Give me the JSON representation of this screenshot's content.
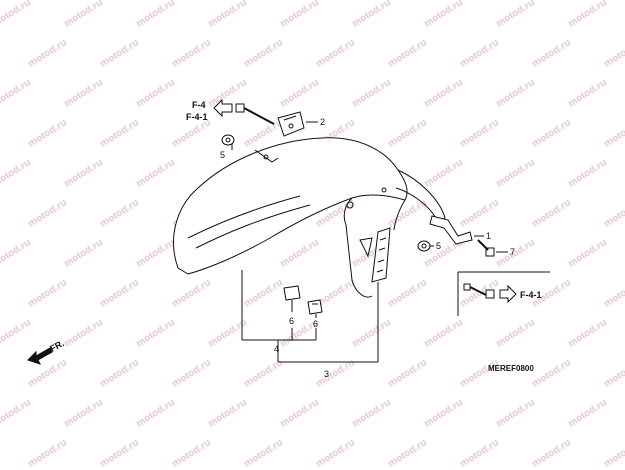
{
  "watermark": {
    "text": "motod.ru"
  },
  "references": {
    "top_primary": "F-4",
    "top_secondary": "F-4-1",
    "inset": "F-4-1"
  },
  "callouts": {
    "c1": "1",
    "c2": "2",
    "c3": "3",
    "c4": "4",
    "c5a": "5",
    "c5b": "5",
    "c6a": "6",
    "c6b": "6",
    "c7": "7"
  },
  "direction": {
    "label": "FR."
  },
  "diagram_code": "MEREF0800",
  "colors": {
    "line": "#111111",
    "watermark": "#e9c9c9",
    "background": "#ffffff"
  }
}
